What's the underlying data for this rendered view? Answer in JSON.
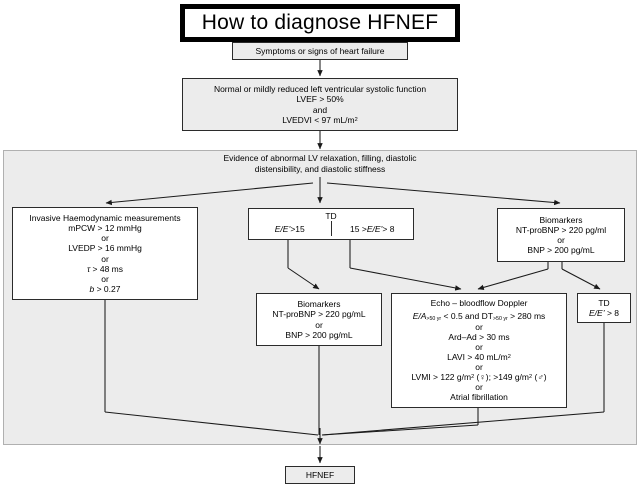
{
  "title": {
    "text": "How to diagnose HFNEF"
  },
  "nodes": {
    "symptoms": {
      "line1": "Symptoms  or signs of heart failure"
    },
    "lvef": {
      "line1": "Normal or mildly reduced left ventricular systolic function",
      "line2": "LVEF > 50%",
      "line3": "and",
      "line4_pre": "LVEDVI < 97 mL/m",
      "line4_sup": "2"
    },
    "evidence": {
      "line1": "Evidence of abnormal LV relaxation, filling, diastolic",
      "line2": "distensibility, and diastolic stiffness"
    },
    "invasive": {
      "header": "Invasive Haemodynamic measurements",
      "line1": "mPCW > 12 mmHg",
      "or1": "or",
      "line2": "LVEDP > 16 mmHg",
      "or2": "or",
      "line3_sym": "τ",
      "line3_rest": " > 48 ms",
      "or3": "or",
      "line4_sym": "b",
      "line4_rest": " > 0.27"
    },
    "td_top": {
      "header": "TD",
      "left_pre": "E/E",
      "left_prime": "’",
      "left_post": " >15",
      "right_pre": "15 > ",
      "right_ee": "E/E",
      "right_prime": "’",
      "right_post": " > 8"
    },
    "biomarkers_right": {
      "header": "Biomarkers",
      "line1": "NT-proBNP > 220 pg/ml",
      "or1": "or",
      "line2": "BNP > 200 pg/mL"
    },
    "biomarkers_mid": {
      "header": "Biomarkers",
      "line1": "NT-proBNP > 220 pg/mL",
      "or1": "or",
      "line2": "BNP > 200 pg/mL"
    },
    "echo": {
      "header": "Echo – bloodflow Doppler",
      "row1_ea": "E/A",
      "row1_sub1": ">50 yr",
      "row1_mid": " < 0.5 and DT",
      "row1_sub2": ">50 yr",
      "row1_end": " > 280 ms",
      "or1": "or",
      "row2": "Ard–Ad > 30 ms",
      "or2": "or",
      "row3_pre": "LAVI > 40 mL/m",
      "row3_sup": "2",
      "or3": "or",
      "row4_pre": "LVMI > 122 g/m",
      "row4_sup1": "2",
      "row4_mid": " (♀); >149 g/m",
      "row4_sup2": "2",
      "row4_end": " (♂)",
      "or4": "or",
      "row5": "Atrial fibrillation"
    },
    "td_bottom": {
      "header": "TD",
      "line1_pre": "E/E",
      "line1_prime": "’",
      "line1_post": " > 8"
    },
    "hfnef": {
      "line1": "HFNEF"
    }
  },
  "colors": {
    "panel_fill": "#ececec",
    "node_fill": "#ffffff",
    "stroke": "#2b2b2b",
    "title_border": "#000000"
  }
}
